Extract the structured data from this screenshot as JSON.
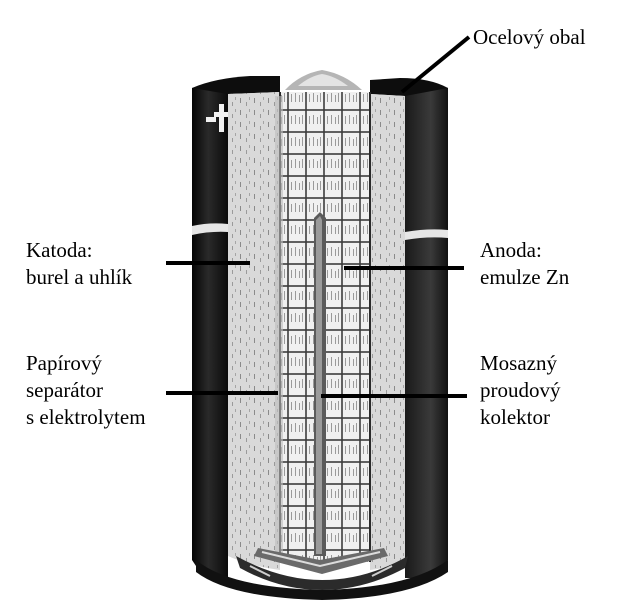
{
  "colors": {
    "steel_case": "#141414",
    "case_shine": "#dcdcdc",
    "cathode_fill": "#d7d7d7",
    "anode_fill": "#eeeeee",
    "cell_grid": "#444444",
    "leader_line": "#000000",
    "text": "#000000"
  },
  "icons": {
    "plus_terminal": "plus-sign-icon"
  },
  "labels": {
    "steel_case": [
      "Ocelový obal"
    ],
    "cathode": [
      "Katoda:",
      "burel a uhlík"
    ],
    "anode": [
      "Anoda:",
      "emulze Zn"
    ],
    "paper_separator": [
      "Papírový",
      "separátor",
      "s elektrolytem"
    ],
    "brass_collector": [
      "Mosazný",
      "proudový",
      "kolektor"
    ]
  }
}
